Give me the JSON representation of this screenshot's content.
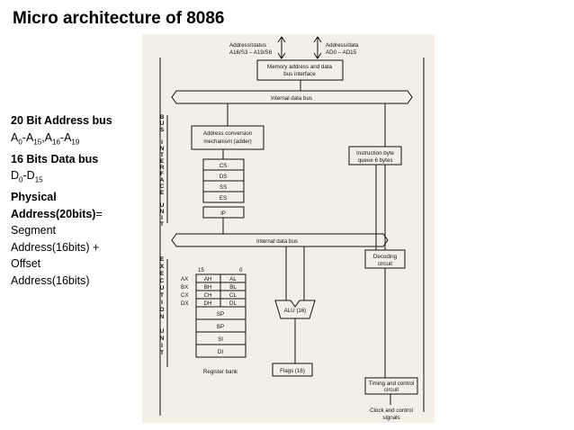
{
  "slide": {
    "title": "Micro architecture of 8086"
  },
  "notes": {
    "addr_heading": "20 Bit Address bus",
    "addr_a": "A",
    "addr_s0": "0",
    "addr_d1": "-A",
    "addr_s1": "15",
    "addr_c": ",A",
    "addr_s2": "16",
    "addr_d2": "-A",
    "addr_s3": "19",
    "data_heading": "16 Bits Data bus",
    "data_a": "D",
    "data_s0": "0",
    "data_d": "-D",
    "data_s1": "15",
    "phys_1": "Physical",
    "phys_2": "Address(20bits)",
    "phys_eq": "=",
    "seg_1": "Segment",
    "seg_2": "Address(16bits) +",
    "off_1": "Offset",
    "off_2": "Address(16bits)"
  },
  "diagram": {
    "bus_status": [
      "Address/status",
      "A16/S3 – A19/S6"
    ],
    "bus_data": [
      "Address/data",
      "AD0 – AD15"
    ],
    "memory_iface": [
      "Memory address and data",
      "bus interface"
    ],
    "internal_bus_1": "Internal data bus",
    "internal_bus_2": "Internal data bus",
    "biu_label": [
      "B",
      "U",
      "S",
      "",
      "I",
      "N",
      "T",
      "E",
      "R",
      "F",
      "A",
      "C",
      "E",
      "",
      "U",
      "N",
      "I",
      "T"
    ],
    "eu_label": [
      "E",
      "X",
      "E",
      "C",
      "U",
      "T",
      "I",
      "O",
      "N",
      "",
      "U",
      "N",
      "I",
      "T"
    ],
    "addr_conv": [
      "Address conversion",
      "mechanism (adder)"
    ],
    "segment_regs": [
      "CS",
      "DS",
      "SS",
      "ES"
    ],
    "ip": "IP",
    "queue": [
      "Instruction byte",
      "queue 6 bytes"
    ],
    "decoding": [
      "Decoding",
      "circuit"
    ],
    "bit_hi": "15",
    "bit_lo": "0",
    "gp_names": [
      "AX",
      "BX",
      "CX",
      "DX"
    ],
    "gp_regs": [
      [
        "AH",
        "AL"
      ],
      [
        "BH",
        "BL"
      ],
      [
        "CH",
        "CL"
      ],
      [
        "DH",
        "DL"
      ]
    ],
    "ptr_regs": [
      "SP",
      "BP",
      "SI",
      "DI"
    ],
    "register_bank": "Register bank",
    "alu": "ALU (16)",
    "flags": "Flags (16)",
    "timing": [
      "Timing and control",
      "circuit"
    ],
    "clock": [
      "Clock and control",
      "signals"
    ]
  }
}
